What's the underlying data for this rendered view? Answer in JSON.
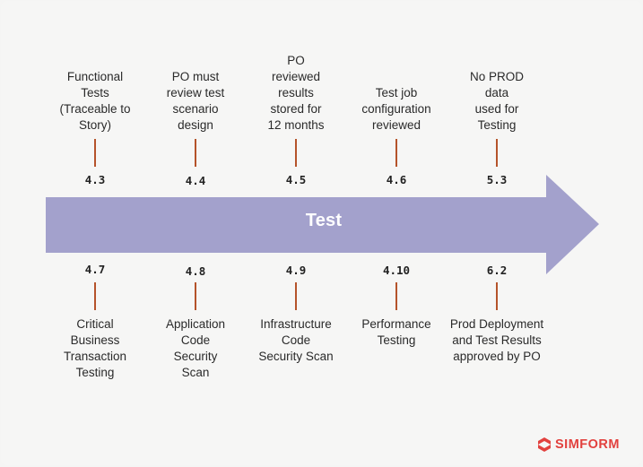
{
  "arrow": {
    "label": "Test",
    "color": "#a3a1cc"
  },
  "top_items": [
    {
      "code": "4.3",
      "lines": [
        "Functional",
        "Tests",
        "(Traceable to",
        "Story)"
      ]
    },
    {
      "code": "4.4",
      "lines": [
        "PO must",
        "review test",
        "scenario",
        "design"
      ]
    },
    {
      "code": "4.5",
      "lines": [
        "PO",
        "reviewed",
        "results",
        "stored for",
        "12 months"
      ]
    },
    {
      "code": "4.6",
      "lines": [
        "Test job",
        "configuration",
        "reviewed"
      ]
    },
    {
      "code": "5.3",
      "lines": [
        "No PROD",
        "data",
        "used for",
        "Testing"
      ]
    }
  ],
  "bottom_items": [
    {
      "code": "4.7",
      "lines": [
        "Critical",
        "Business",
        "Transaction",
        "Testing"
      ]
    },
    {
      "code": "4.8",
      "lines": [
        "Application",
        "Code",
        "Security",
        "Scan"
      ]
    },
    {
      "code": "4.9",
      "lines": [
        "Infrastructure",
        "Code",
        "Security Scan"
      ]
    },
    {
      "code": "4.10",
      "lines": [
        "Performance",
        "Testing"
      ]
    },
    {
      "code": "6.2",
      "lines": [
        "Prod Deployment",
        "and Test Results",
        "approved by PO"
      ]
    }
  ],
  "tick_color": "#b5532a",
  "brand": {
    "name": "SIMFORM",
    "color": "#e2413e"
  }
}
